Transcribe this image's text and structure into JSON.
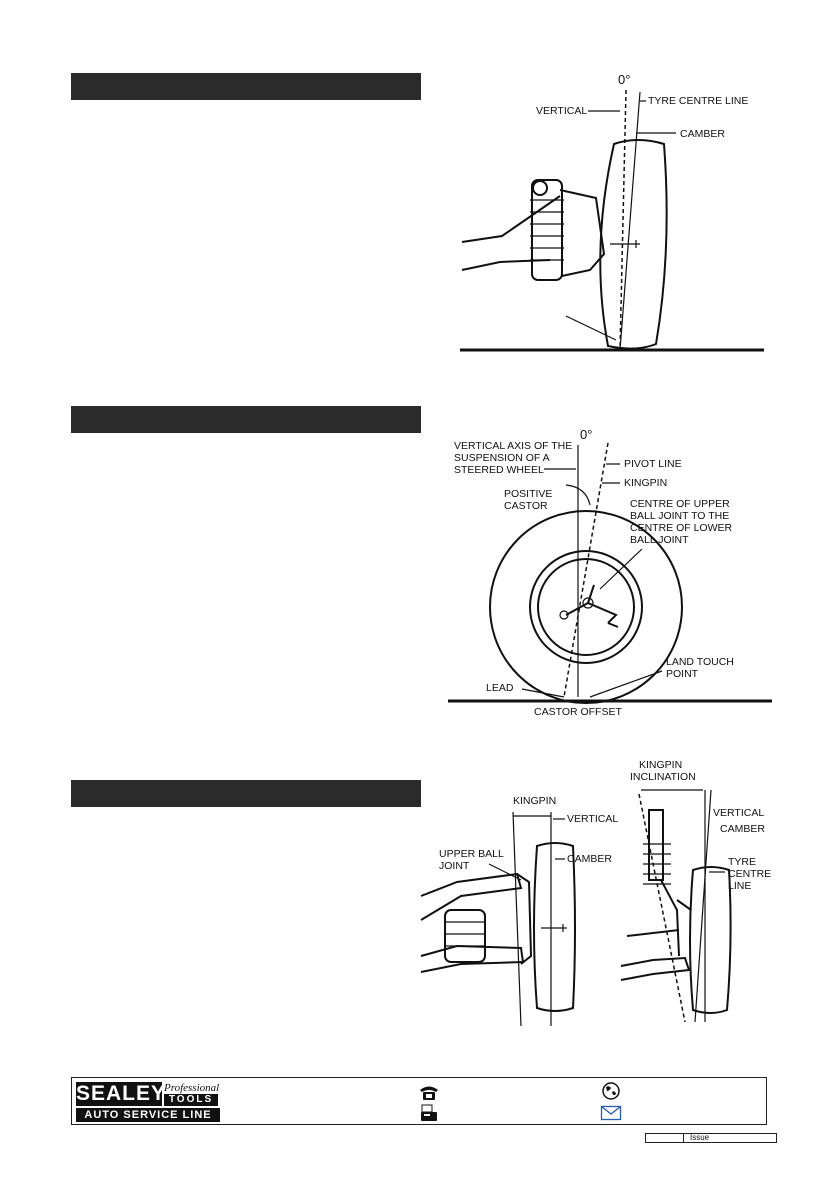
{
  "diagrams": {
    "camber": {
      "degree": "0°",
      "labels": {
        "vertical": "VERTICAL",
        "tyre_centre_line": "TYRE CENTRE LINE",
        "camber": "CAMBER"
      }
    },
    "castor": {
      "degree": "0°",
      "labels": {
        "vertical_axis_1": "VERTICAL AXIS OF THE",
        "vertical_axis_2": "SUSPENSION OF A",
        "vertical_axis_3": "STEERED WHEEL",
        "pivot_line": "PIVOT LINE",
        "kingpin": "KINGPIN",
        "positive_1": "POSITIVE",
        "positive_2": "CASTOR",
        "centre_1": "CENTRE OF UPPER",
        "centre_2": "BALL JOINT TO THE",
        "centre_3": "CENTRE OF LOWER",
        "centre_4": "BALL JOINT",
        "land_1": "LAND TOUCH",
        "land_2": "POINT",
        "lead": "LEAD",
        "castor_offset": "CASTOR OFFSET"
      }
    },
    "kingpin": {
      "labels": {
        "kingpin": "KINGPIN",
        "vertical": "VERTICAL",
        "upper_1": "UPPER BALL",
        "upper_2": "JOINT",
        "camber": "CAMBER",
        "inclination_1": "KINGPIN",
        "inclination_2": "INCLINATION",
        "vertical_r": "VERTICAL",
        "camber_r": "CAMBER",
        "tyre_1": "TYRE",
        "tyre_2": "CENTRE",
        "tyre_3": "LINE"
      }
    }
  },
  "footer": {
    "logo": {
      "word": "SEALEY",
      "script": "Professional",
      "tools": "TOOLS",
      "line": "AUTO SERVICE LINE"
    },
    "icons": [
      "telephone-icon",
      "globe-icon",
      "fax-icon",
      "envelope-icon"
    ],
    "issue_label": "Issue"
  }
}
